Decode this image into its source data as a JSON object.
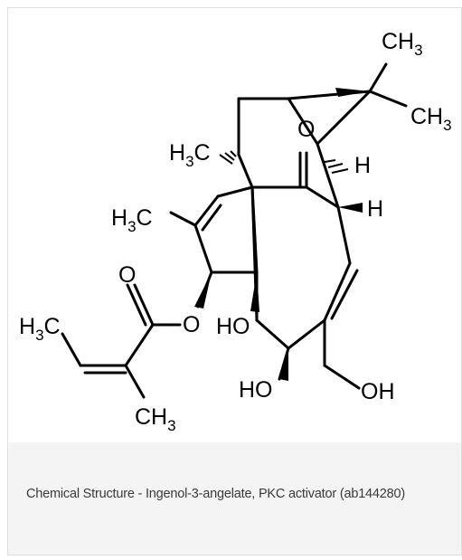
{
  "figure": {
    "caption": "Chemical Structure - Ingenol-3-angelate, PKC activator (ab144280)"
  },
  "structure": {
    "labels": {
      "ch3_top": "CH",
      "ch3_right": "CH",
      "h3c_upper": "H",
      "h3c_left": "H",
      "h3c_angelate": "H",
      "ch3_angelate": "CH",
      "c_upper": "C",
      "c_left": "C",
      "c_angelate": "C",
      "sub3": "3",
      "ketone_o": "O",
      "ester_o": "O",
      "ester_link_o": "O",
      "h_upper": "H",
      "h_lower": "H",
      "ho_upper": "HO",
      "ho_lower": "HO",
      "oh_right": "OH"
    }
  }
}
